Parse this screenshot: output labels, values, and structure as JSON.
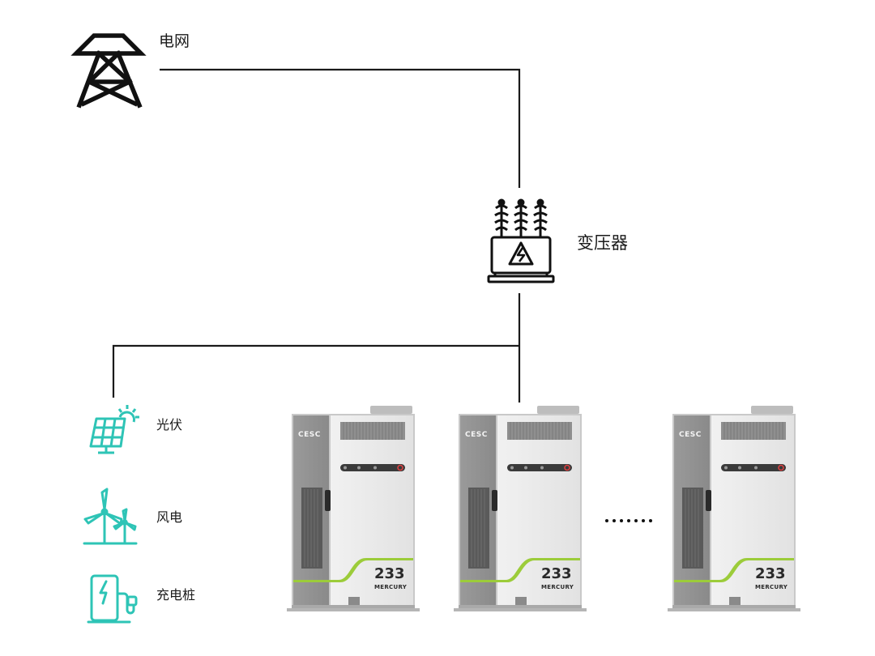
{
  "labels": {
    "grid": "电网",
    "transformer": "变压器",
    "pv": "光伏",
    "wind": "风电",
    "charger": "充电桩"
  },
  "cabinets": [
    {
      "brand": "CESC",
      "model": "233",
      "series": "MERCURY"
    },
    {
      "brand": "CESC",
      "model": "233",
      "series": "MERCURY"
    },
    {
      "brand": "CESC",
      "model": "233",
      "series": "MERCURY"
    }
  ],
  "ellipsis": "·······",
  "colors": {
    "line": "#1a1a1a",
    "renewable_icon": "#2ec4b6",
    "cabinet_body": "#e9e9e9",
    "cabinet_dark": "#8a8a8a",
    "accent_stripe": "#9ccc3a"
  },
  "icons": {
    "grid": "power-tower-icon",
    "transformer": "transformer-icon",
    "pv": "solar-panel-icon",
    "wind": "wind-turbine-icon",
    "charger": "ev-charger-icon"
  }
}
